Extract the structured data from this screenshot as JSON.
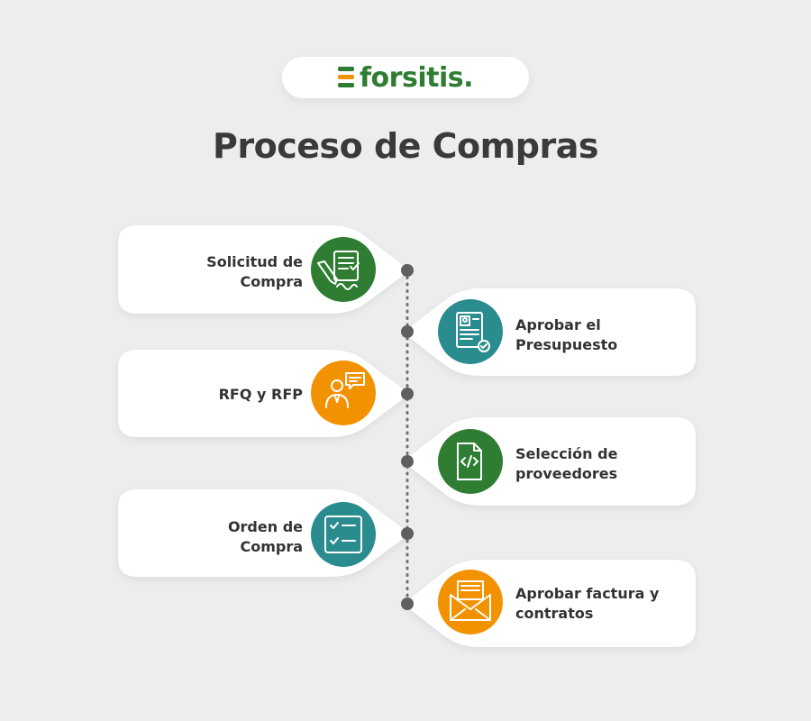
{
  "brand": {
    "name": "forsitis.",
    "mark_colors": [
      "#2e7d32",
      "#f39200",
      "#2e7d32"
    ]
  },
  "title": "Proceso de Compras",
  "colors": {
    "green": "#2e7d32",
    "teal": "#2a8c8e",
    "orange": "#f39200",
    "connector": "#6f6f6f",
    "text": "#333333"
  },
  "steps": [
    {
      "label": "Solicitud de\nCompra",
      "icon": "signed-document-icon",
      "color": "#2e7d32",
      "side": "left"
    },
    {
      "label": "Aprobar el\nPresupuesto",
      "icon": "budget-document-icon",
      "color": "#2a8c8e",
      "side": "right"
    },
    {
      "label": "RFQ y RFP",
      "icon": "person-chat-icon",
      "color": "#f39200",
      "side": "left"
    },
    {
      "label": "Selección de\nproveedores",
      "icon": "code-file-icon",
      "color": "#2e7d32",
      "side": "right"
    },
    {
      "label": "Orden de\nCompra",
      "icon": "checklist-icon",
      "color": "#2a8c8e",
      "side": "left"
    },
    {
      "label": "Aprobar factura y\ncontratos",
      "icon": "invoice-envelope-icon",
      "color": "#f39200",
      "side": "right"
    }
  ]
}
